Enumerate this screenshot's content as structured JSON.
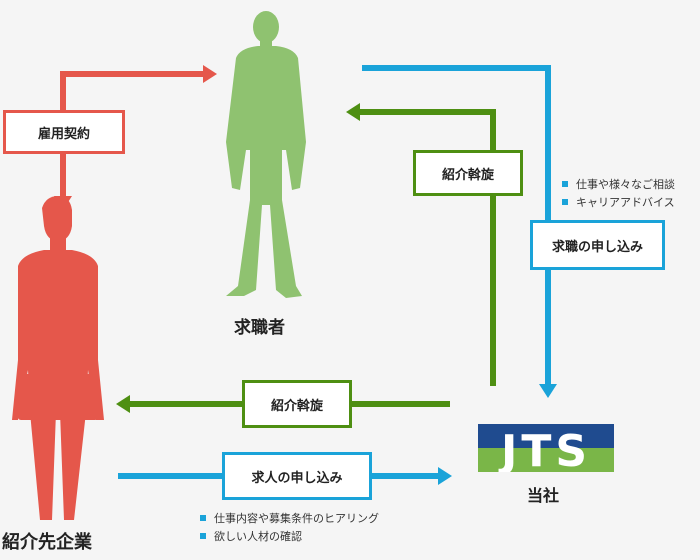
{
  "colors": {
    "red": "#e5574b",
    "green": "#8fc270",
    "dark_green": "#4e8f12",
    "blue": "#1aa3d9",
    "navy": "#1f4b8f",
    "logo_green": "#7ab648"
  },
  "actors": {
    "job_seeker": "求職者",
    "client_company": "紹介先企業",
    "our_company": "当社",
    "logo_text": "JTS"
  },
  "boxes": {
    "employment_contract": "雇用契約",
    "introduction_top": "紹介斡旋",
    "job_application": "求職の申し込み",
    "introduction_bottom": "紹介斡旋",
    "job_offer_application": "求人の申し込み"
  },
  "notes": {
    "seeker_services": [
      "仕事や様々なご相談",
      "キャリアアドバイス"
    ],
    "company_services": [
      "仕事内容や募集条件のヒアリング",
      "欲しい人材の確認"
    ]
  },
  "icons": {
    "job_seeker": "standing-man-icon",
    "client_company": "businessman-briefcase-icon"
  }
}
